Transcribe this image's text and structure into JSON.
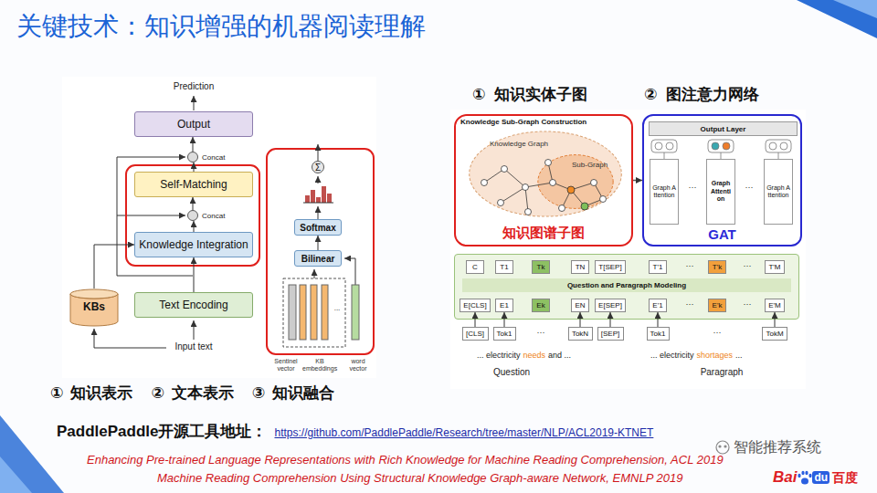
{
  "diagram": {
    "title": "关键技术：知识增强的机器阅读理解",
    "nodes": [
      {
        "text": [
          "Output"
        ]
      },
      {
        "text": [
          "Concat"
        ]
      },
      {
        "text": [
          "Self-Matching"
        ]
      },
      {
        "text": [
          "Concat"
        ]
      },
      {
        "text": [
          "Knowledge Integration"
        ]
      },
      {
        "text": [
          "KBs"
        ]
      },
      {
        "text": [
          "Text Encoding"
        ]
      },
      {
        "text": [
          "Σ"
        ]
      },
      {
        "text": [
          "Softmax"
        ]
      },
      {
        "text": [
          "Bilinear"
        ]
      },
      {
        "text": [
          "Knowledge Sub-Graph Construction",
          "知识图谱子图"
        ]
      },
      {
        "text": [
          "Knowledge Graph"
        ],
        "in": 10
      },
      {
        "text": [
          "Sub-Graph"
        ],
        "in": 11
      },
      {
        "text": [
          "GAT"
        ]
      },
      {
        "text": [
          "Output Layer"
        ],
        "in": 13
      },
      {
        "text": [
          "Graph Attention"
        ],
        "in": 13
      },
      {
        "text": [
          "Graph Attention"
        ],
        "in": 13
      },
      {
        "text": [
          "Graph Attention"
        ],
        "in": 13
      },
      {
        "text": [
          "Question and Paragraph Modeling"
        ]
      },
      {
        "text": [
          "C"
        ],
        "in": 18
      },
      {
        "text": [
          "T1"
        ],
        "in": 18
      },
      {
        "text": [
          "Tk"
        ],
        "in": 18
      },
      {
        "text": [
          "TN"
        ],
        "in": 18
      },
      {
        "text": [
          "T[SEP]"
        ],
        "in": 18
      },
      {
        "text": [
          "T'1"
        ],
        "in": 18
      },
      {
        "text": [
          "T'k"
        ],
        "in": 18
      },
      {
        "text": [
          "T'M"
        ],
        "in": 18
      },
      {
        "text": [
          "E[CLS]"
        ],
        "in": 18
      },
      {
        "text": [
          "E1"
        ],
        "in": 18
      },
      {
        "text": [
          "Ek"
        ],
        "in": 18
      },
      {
        "text": [
          "EN"
        ],
        "in": 18
      },
      {
        "text": [
          "E[SEP]"
        ],
        "in": 18
      },
      {
        "text": [
          "E'1"
        ],
        "in": 18
      },
      {
        "text": [
          "E'k"
        ],
        "in": 18
      },
      {
        "text": [
          "E'M"
        ],
        "in": 18
      },
      {
        "text": [
          "[CLS]"
        ]
      },
      {
        "text": [
          "Tok1"
        ]
      },
      {
        "text": [
          "TokN"
        ]
      },
      {
        "text": [
          "[SEP]"
        ]
      },
      {
        "text": [
          "Tok1"
        ]
      },
      {
        "text": [
          "TokM"
        ]
      }
    ],
    "edges": [
      {
        "from": 6,
        "to": 4,
        "arrow": "to"
      },
      {
        "from": 5,
        "to": 4,
        "arrow": "to"
      },
      {
        "from": 4,
        "to": 3,
        "arrow": "to"
      },
      {
        "from": 3,
        "to": 2,
        "arrow": "to"
      },
      {
        "from": 2,
        "to": 1,
        "arrow": "to"
      },
      {
        "from": 1,
        "to": 0,
        "arrow": "to"
      },
      {
        "from": 9,
        "to": 8,
        "arrow": "to"
      },
      {
        "from": 10,
        "to": 13,
        "arrow": "to"
      },
      {
        "from": 35,
        "to": 27,
        "arrow": "to"
      },
      {
        "from": 36,
        "to": 28,
        "arrow": "to"
      },
      {
        "from": 37,
        "to": 30,
        "arrow": "to"
      },
      {
        "from": 38,
        "to": 31,
        "arrow": "to"
      },
      {
        "from": 39,
        "to": 32,
        "arrow": "to"
      },
      {
        "from": 40,
        "to": 34,
        "arrow": "to"
      }
    ],
    "labels": [
      "Prediction",
      "Input text",
      "Sentinel vector",
      "KB embeddings",
      "word vector",
      "①",
      "知识表示",
      "②",
      "文本表示",
      "③",
      "知识融合",
      "①",
      "知识实体子图",
      "②",
      "图注意力网络",
      "···",
      "···",
      "···",
      "···",
      "···",
      "···",
      "···",
      "···",
      "... electricity",
      "needs",
      "and ...",
      "Question",
      "... electricity",
      "shortages",
      "...",
      "Paragraph",
      "PaddlePaddle开源工具地址：",
      "https://github.com/PaddlePaddle/Research/tree/master/NLP/ACL2019-KTNET",
      "Enhancing Pre-trained Language Representations with Rich Knowledge for Machine Reading Comprehension, ACL 2019",
      "Machine Reading Comprehension Using Structural Knowledge Graph-aware Network, EMNLP 2019",
      "智能推荐系统",
      "Bai",
      "du",
      "百度",
      "..."
    ]
  }
}
